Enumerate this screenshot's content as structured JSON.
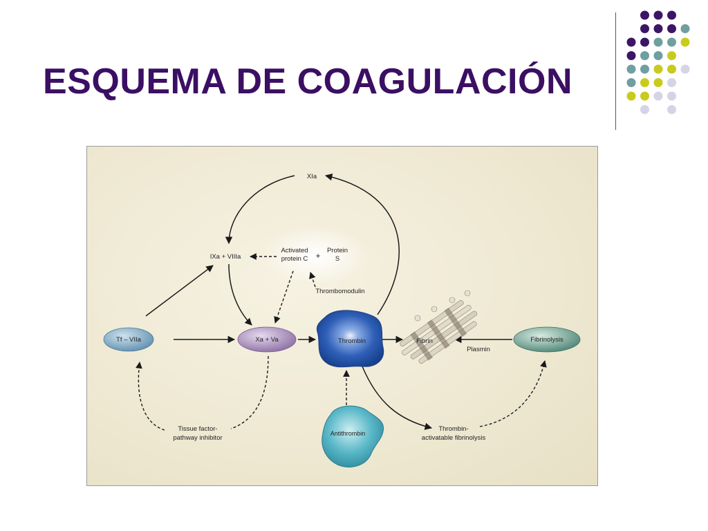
{
  "slide": {
    "title": "ESQUEMA DE COAGULACIÓN"
  },
  "decoration": {
    "dot_colors": {
      "purple": "#3d1566",
      "teal": "#6f9fa0",
      "yellow": "#c9cb1c",
      "lavender": "#d5d3e6"
    }
  },
  "diagram": {
    "nodes": {
      "xia": "XIa",
      "ixa_viiia": "IXa + VIIIa",
      "activated_protein_c_line1": "Activated",
      "activated_protein_c_line2": "protein C",
      "plus": "+",
      "protein_s_line1": "Protein",
      "protein_s_line2": "S",
      "thrombomodulin": "Thrombomodulin",
      "tf_viia": "Tf – VIIa",
      "xa_va": "Xa + Va",
      "thrombin": "Thrombin",
      "fibrin": "Fibrin",
      "plasmin": "Plasmin",
      "fibrinolysis": "Fibrinolysis",
      "tfpi_line1": "Tissue factor-",
      "tfpi_line2": "pathway inhibitor",
      "antithrombin": "Antithrombin",
      "tafi_line1": "Thrombin-",
      "tafi_line2": "activatable fibrinolysis"
    },
    "colors": {
      "tf_viia": "#7fa9c4",
      "xa_va": "#a58fb5",
      "thrombin": "#2f5fb8",
      "fibrinolysis": "#6f9f92",
      "antithrombin": "#5ab8c8"
    }
  }
}
